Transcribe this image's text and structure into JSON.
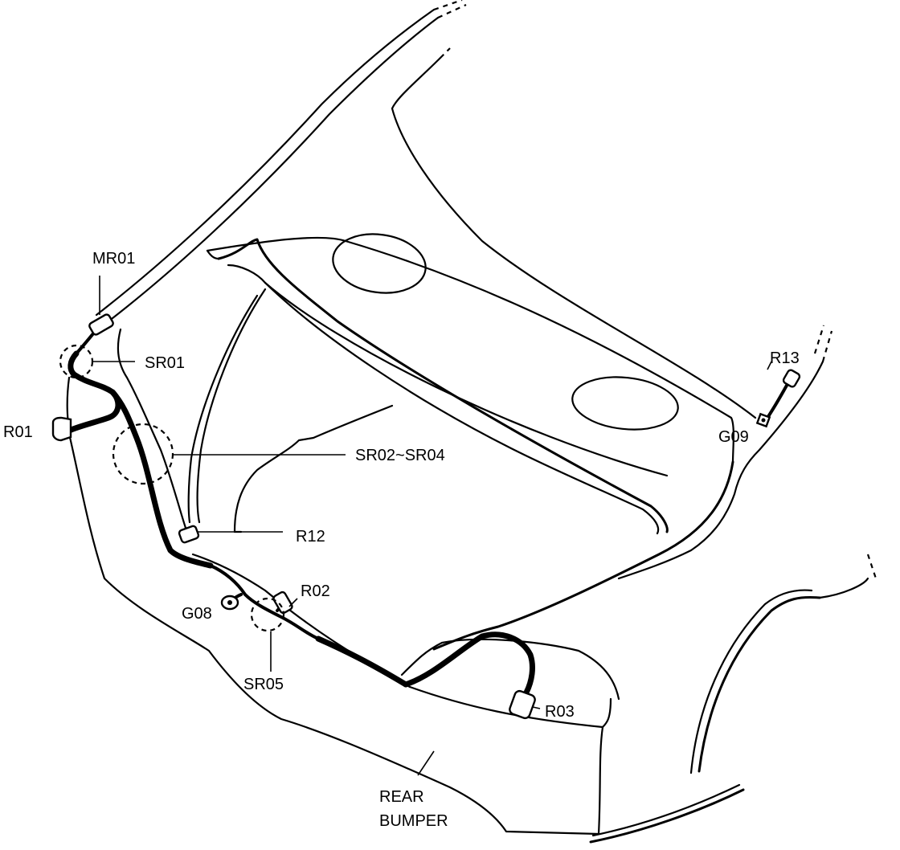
{
  "labels": {
    "mr01": "MR01",
    "sr01": "SR01",
    "r01": "R01",
    "sr02_sr04": "SR02~SR04",
    "r12": "R12",
    "r13": "R13",
    "g09": "G09",
    "r02": "R02",
    "g08": "G08",
    "sr05": "SR05",
    "r03": "R03",
    "rear_bumper_line1": "REAR",
    "rear_bumper_line2": "BUMPER"
  }
}
